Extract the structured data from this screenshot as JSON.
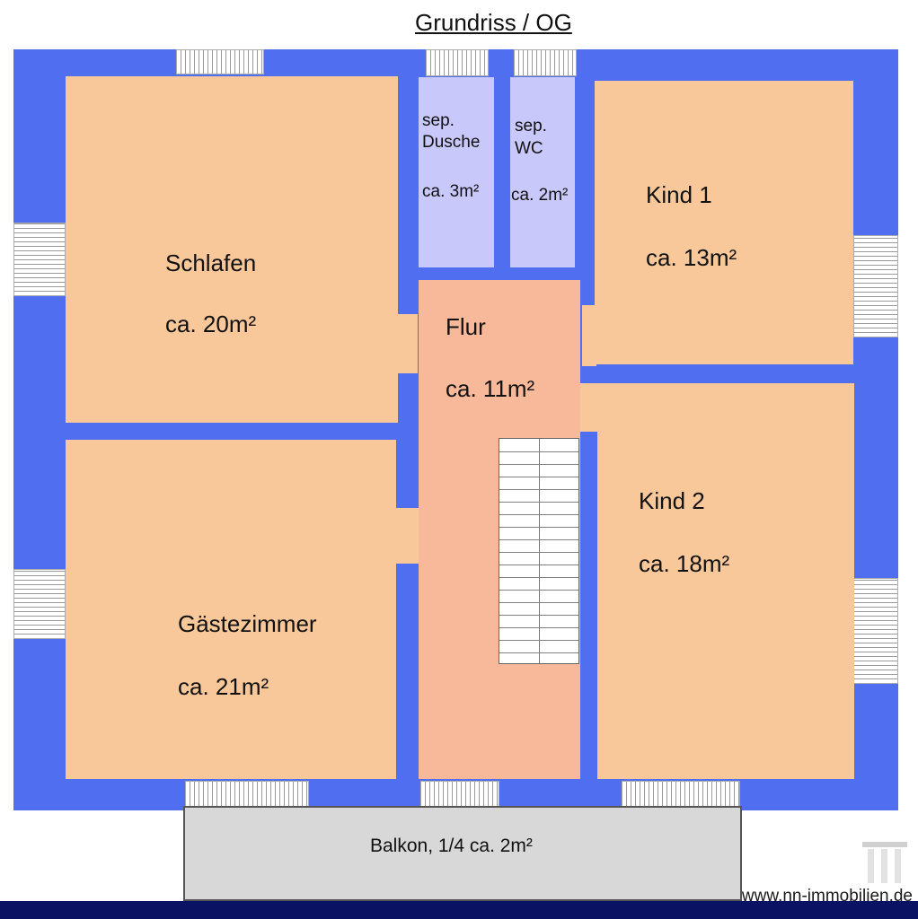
{
  "title": "Grundriss / OG",
  "colors": {
    "walls": "#4f6ef0",
    "room": "#f9c89a",
    "hallway": "#f8b99a",
    "bathroom": "#c8c8fb",
    "balcony": "#d8d8d8",
    "footer": "#0a1264"
  },
  "rooms": {
    "schlafen": {
      "name": "Schlafen",
      "area": "ca. 20m²"
    },
    "dusche": {
      "name_line1": "sep.",
      "name_line2": "Dusche",
      "area": "ca. 3m²"
    },
    "wc": {
      "name_line1": "sep.",
      "name_line2": "WC",
      "area": "ca. 2m²"
    },
    "kind1": {
      "name": "Kind 1",
      "area": "ca. 13m²"
    },
    "flur": {
      "name": "Flur",
      "area": "ca. 11m²"
    },
    "kind2": {
      "name": "Kind 2",
      "area": "ca. 18m²"
    },
    "gaeste": {
      "name": "Gästezimmer",
      "area": "ca. 21m²"
    }
  },
  "balcony": {
    "label": "Balkon, 1/4 ca. 2m²"
  },
  "watermark": "www.nn-immobilien.de"
}
